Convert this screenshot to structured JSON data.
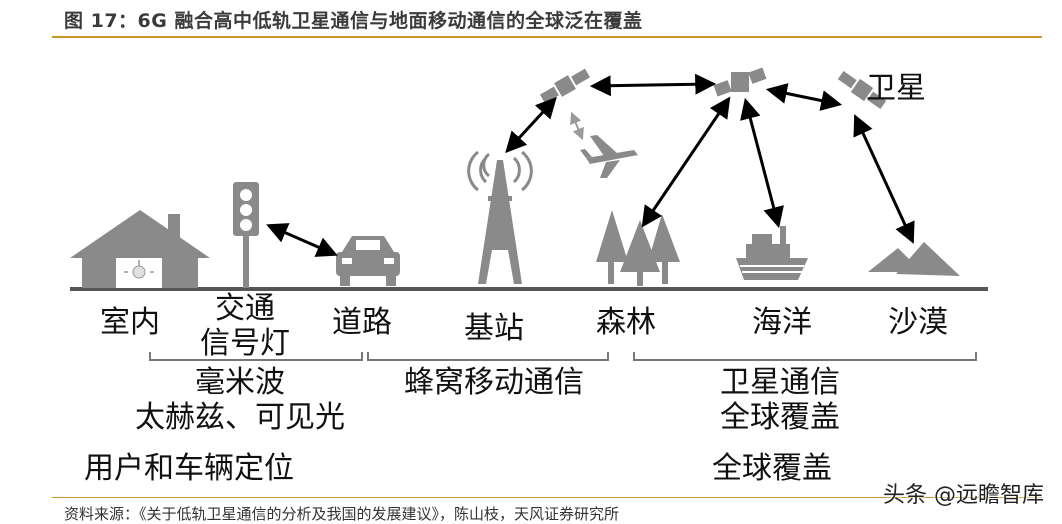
{
  "header": {
    "title": "图 17：6G 融合高中低轨卫星通信与地面移动通信的全球泛在覆盖"
  },
  "diagram": {
    "satellite_label": "卫星",
    "locations": [
      "室内",
      "交通\n信号灯",
      "道路",
      "基站",
      "森林",
      "海洋",
      "沙漠"
    ],
    "groups": [
      {
        "label": "毫米波\n太赫兹、可见光"
      },
      {
        "label": "蜂窝移动通信"
      },
      {
        "label": "卫星通信\n全球覆盖"
      }
    ],
    "bottom_labels": {
      "left": "用户和车辆定位",
      "right": "全球覆盖"
    }
  },
  "footer": {
    "source": "资料来源：《关于低轨卫星通信的分析及我国的发展建议》，陈山枝，天风证券研究所",
    "watermark": "头条 @远瞻智库"
  }
}
